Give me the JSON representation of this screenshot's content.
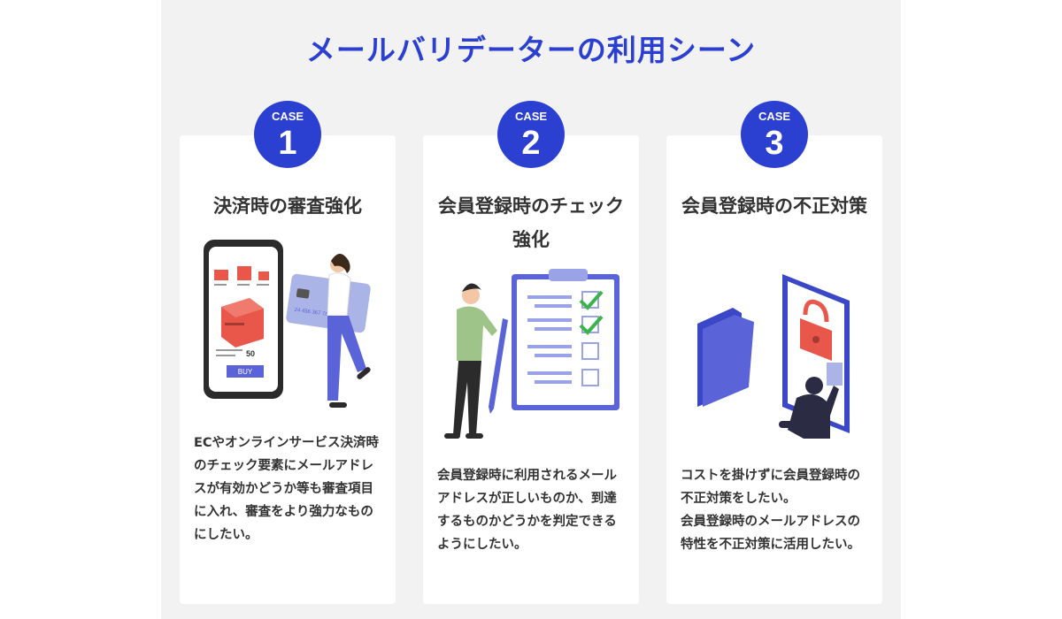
{
  "page": {
    "title": "メールバリデーターの利用シーン"
  },
  "cases": [
    {
      "case_label": "CASE",
      "number": "1",
      "title": "決済時の審査強化",
      "description": "ECやオンラインサービス決済時のチェック要素にメールアドレスが有効かどうか等も審査項目に入れ、審査をより強力なものにしたい。",
      "illustration_text": {
        "price": "50",
        "button": "BUY",
        "card_number": "24 456 367 789 03"
      }
    },
    {
      "case_label": "CASE",
      "number": "2",
      "title": "会員登録時のチェック強化",
      "description": "会員登録時に利用されるメールアドレスが正しいものか、到達するものかどうかを判定できるようにしたい。"
    },
    {
      "case_label": "CASE",
      "number": "3",
      "title": "会員登録時の不正対策",
      "description": "コストを掛けずに会員登録時の不正対策をしたい。\n会員登録時のメールアドレスの特性を不正対策に活用したい。"
    }
  ],
  "colors": {
    "accent": "#2b3fd1",
    "panel": "#f2f2f2",
    "card": "#ffffff",
    "text": "#333333",
    "red": "#e8574a",
    "green": "#3bb44a",
    "purple": "#5a63d8"
  }
}
